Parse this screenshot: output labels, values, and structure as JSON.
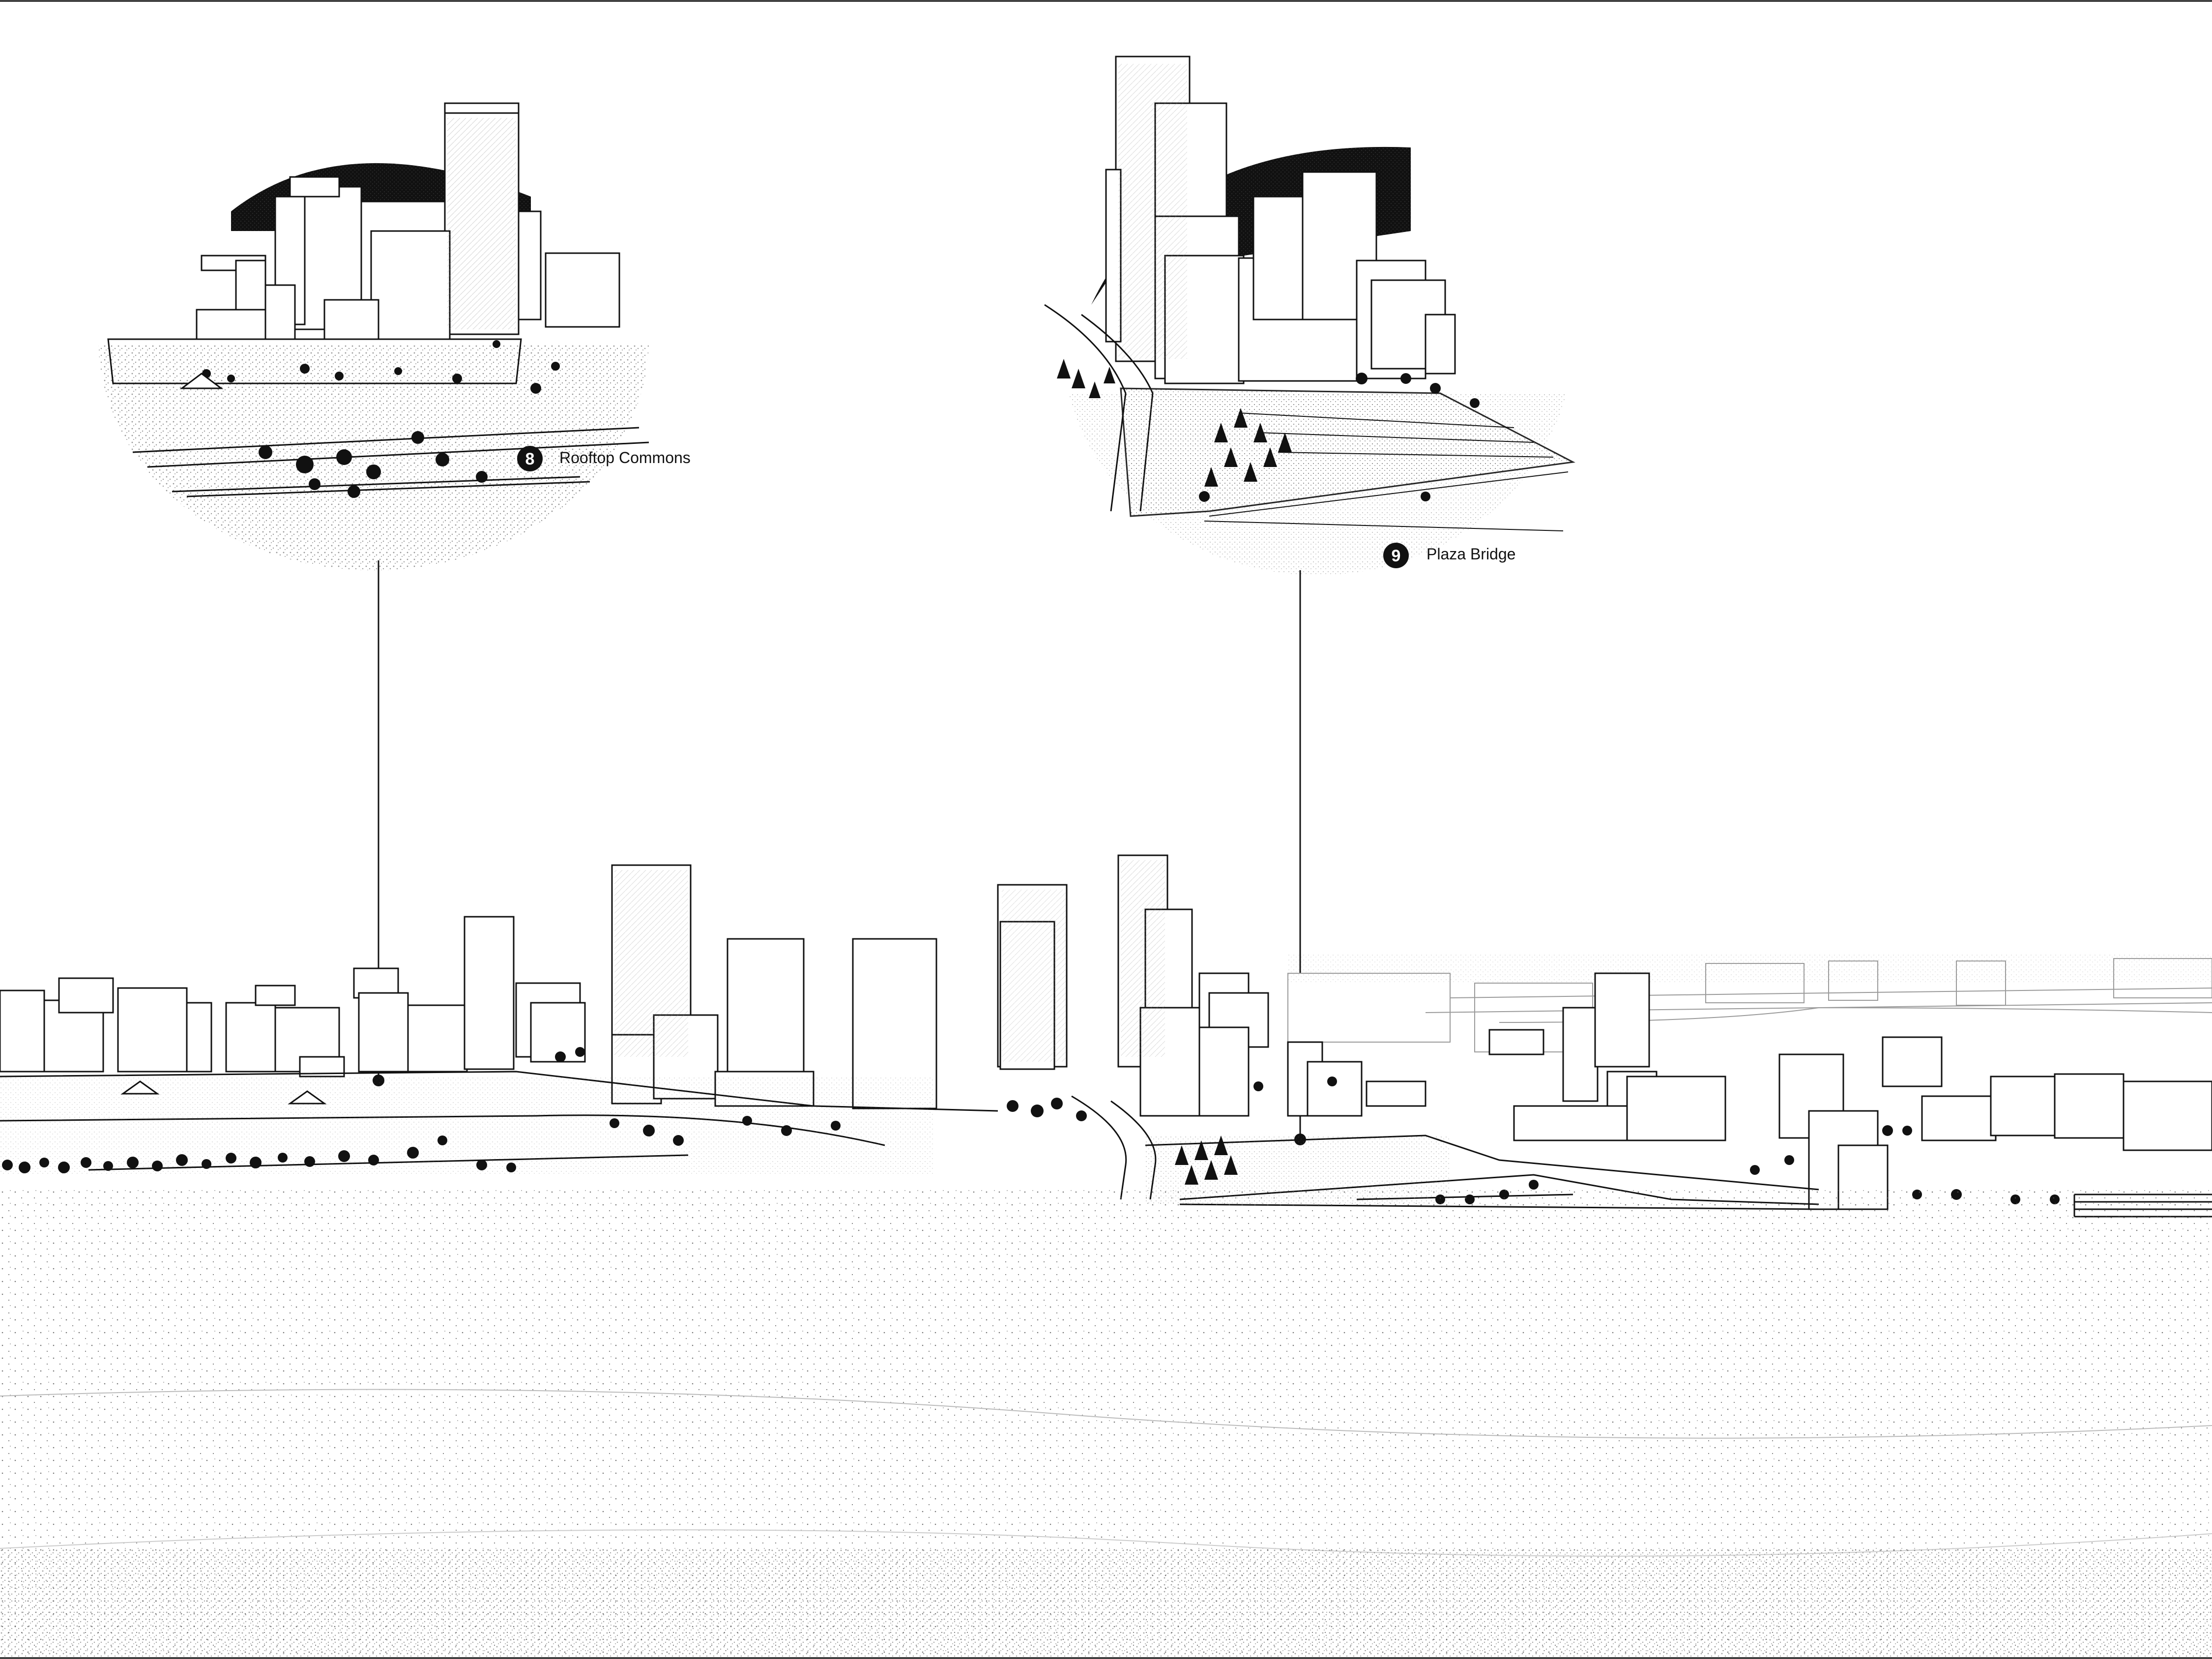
{
  "callouts": [
    {
      "number": "8",
      "label": "Rooftop Commons"
    },
    {
      "number": "9",
      "label": "Plaza Bridge"
    }
  ],
  "colors": {
    "ink": "#111111",
    "paper": "#ffffff",
    "stipple": "#555555",
    "line_light": "#999999"
  }
}
